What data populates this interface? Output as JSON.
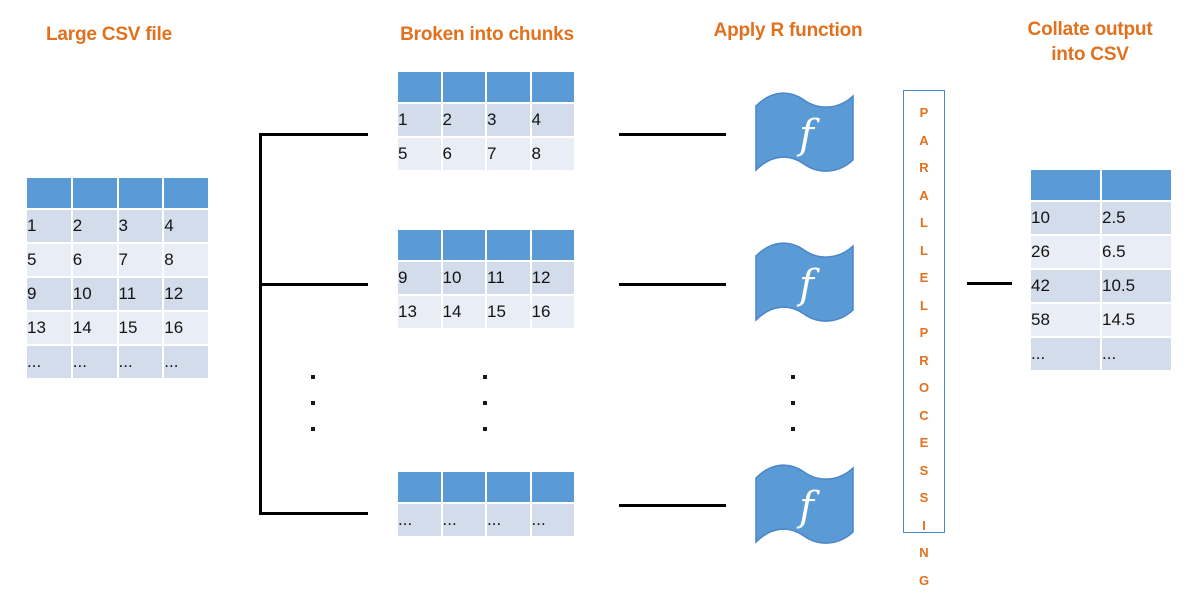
{
  "sections": {
    "source": {
      "title": "Large CSV file"
    },
    "chunks": {
      "title": "Broken into chunks"
    },
    "apply": {
      "title": "Apply R function"
    },
    "collate": {
      "title": "Collate output\ninto CSV"
    }
  },
  "colors": {
    "accent_orange": "#E2711D",
    "header_blue": "#5B9BD5",
    "row_odd": "#D3DCEB",
    "row_even": "#E9EDF5",
    "connector": "#000000",
    "box_border": "#4A86C8"
  },
  "source_table": {
    "columns": 4,
    "header_row": [
      "",
      "",
      "",
      ""
    ],
    "rows": [
      [
        "1",
        "2",
        "3",
        "4"
      ],
      [
        "5",
        "6",
        "7",
        "8"
      ],
      [
        "9",
        "10",
        "11",
        "12"
      ],
      [
        "13",
        "14",
        "15",
        "16"
      ],
      [
        "...",
        "...",
        "...",
        "..."
      ]
    ]
  },
  "chunk_tables": [
    {
      "name": "chunk-1",
      "header_row": [
        "",
        "",
        "",
        ""
      ],
      "rows": [
        [
          "1",
          "2",
          "3",
          "4"
        ],
        [
          "5",
          "6",
          "7",
          "8"
        ]
      ]
    },
    {
      "name": "chunk-2",
      "header_row": [
        "",
        "",
        "",
        ""
      ],
      "rows": [
        [
          "9",
          "10",
          "11",
          "12"
        ],
        [
          "13",
          "14",
          "15",
          "16"
        ]
      ]
    },
    {
      "name": "chunk-n",
      "header_row": [
        "",
        "",
        "",
        ""
      ],
      "rows": [
        [
          "...",
          "...",
          "...",
          "..."
        ]
      ]
    }
  ],
  "functions": [
    {
      "name": "r-function-1",
      "glyph": "f"
    },
    {
      "name": "r-function-2",
      "glyph": "f"
    },
    {
      "name": "r-function-n",
      "glyph": "f"
    }
  ],
  "parallel_box": {
    "line1": "PARALLEL",
    "line2": "PROCESSING",
    "letters1": [
      "P",
      "A",
      "R",
      "A",
      "L",
      "L",
      "E",
      "L"
    ],
    "letters2": [
      "P",
      "R",
      "O",
      "C",
      "E",
      "S",
      "S",
      "I",
      "N",
      "G"
    ]
  },
  "output_table": {
    "columns": 2,
    "header_row": [
      "",
      ""
    ],
    "rows": [
      [
        "10",
        "2.5"
      ],
      [
        "26",
        "6.5"
      ],
      [
        "42",
        "10.5"
      ],
      [
        "58",
        "14.5"
      ],
      [
        "...",
        "..."
      ]
    ]
  },
  "ellipsis_groups": [
    {
      "name": "ellipsis-bracket",
      "dots": 3
    },
    {
      "name": "ellipsis-chunks",
      "dots": 3
    },
    {
      "name": "ellipsis-functions",
      "dots": 3
    }
  ]
}
